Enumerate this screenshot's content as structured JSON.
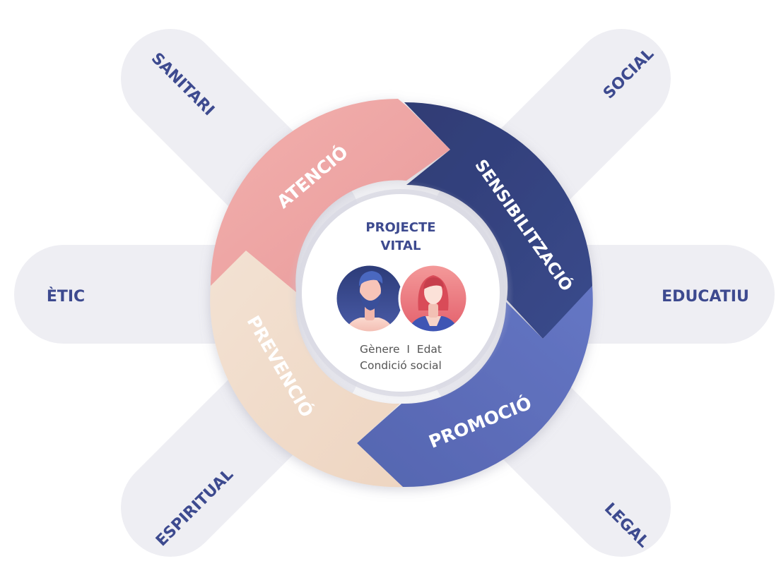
{
  "petals": {
    "sanitari": "SANITARI",
    "social": "SOCIAL",
    "etic": "ÈTIC",
    "educatiu": "EDUCATIU",
    "espiritual": "ESPIRITUAL",
    "legal": "LEGAL"
  },
  "ring": {
    "atencio": "ATENCIÓ",
    "sensibilitzacio": "SENSIBILITZACIÓ",
    "promocio": "PROMOCIÓ",
    "prevencio": "PREVENCIÓ"
  },
  "center": {
    "title_line1": "PROJECTE",
    "title_line2": "VITAL",
    "subtitle_line1": "Gènere  I  Edat",
    "subtitle_line2": "Condició social"
  },
  "colors": {
    "petal": "#eeeef3",
    "petal_text": "#3d4a8f",
    "atencio": "#eea7a7",
    "sensibilitzacio": "#35447f",
    "promocio": "#5c6db8",
    "prevencio": "#f1dccb"
  }
}
